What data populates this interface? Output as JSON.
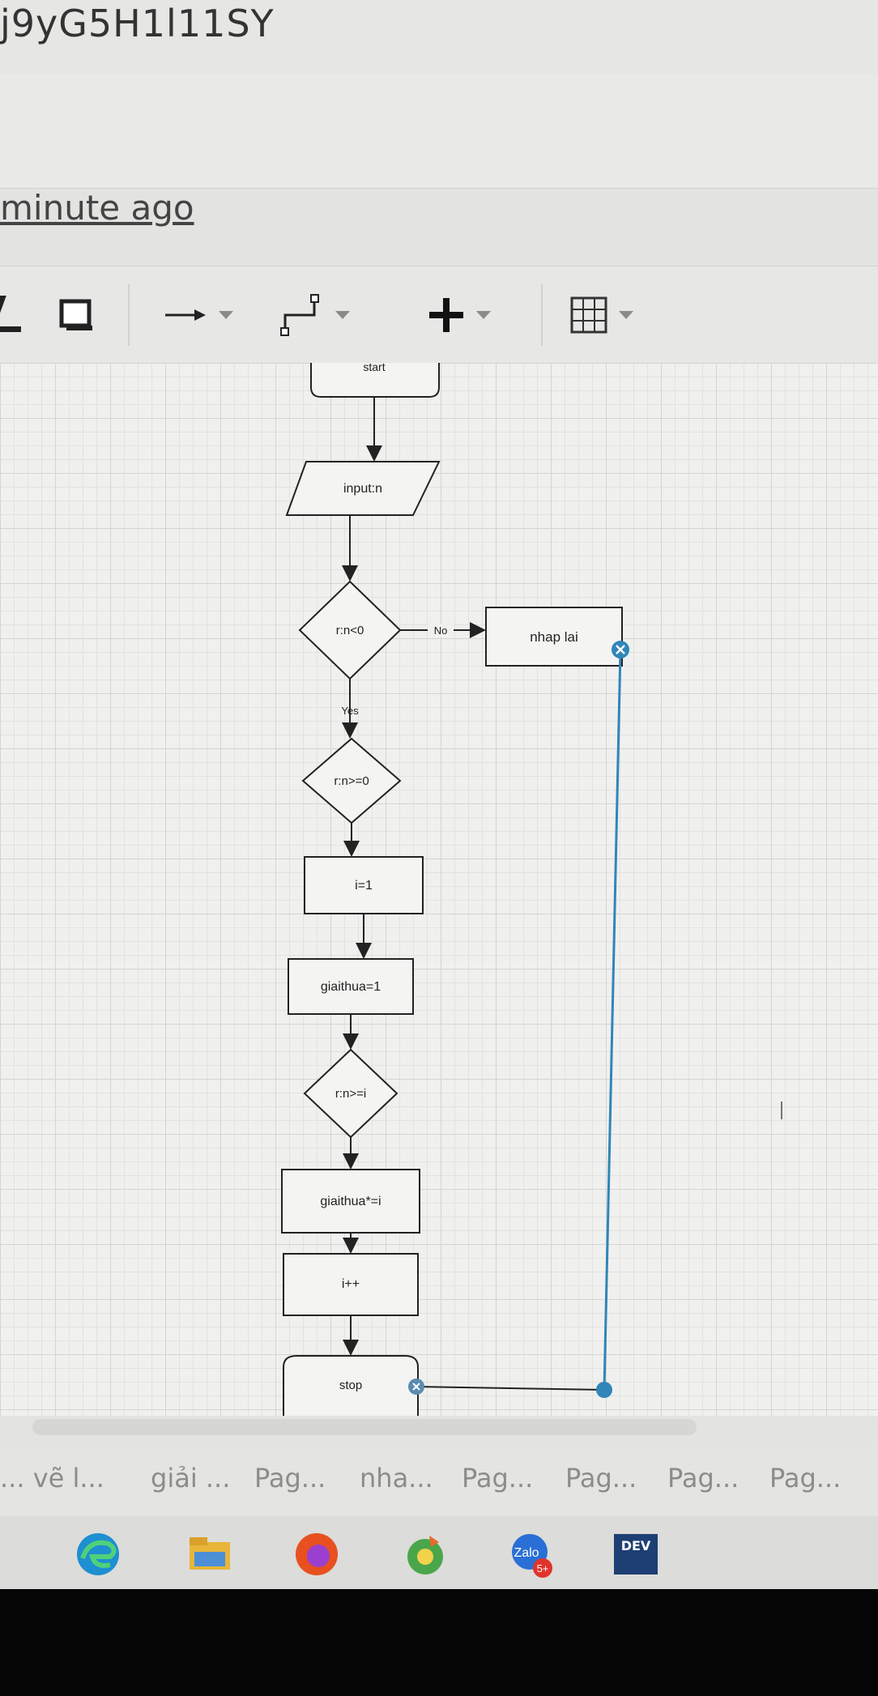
{
  "window": {
    "title": "j9yG5H1l11SY"
  },
  "status": {
    "saved": "minute ago"
  },
  "toolbar": {
    "items": [
      {
        "name": "fill-color-icon"
      },
      {
        "name": "shadow-icon"
      },
      {
        "name": "connection-arrow-icon"
      },
      {
        "name": "waypoints-icon"
      },
      {
        "name": "insert-plus-icon"
      },
      {
        "name": "table-icon"
      }
    ]
  },
  "flowchart": {
    "start": "start",
    "input": "input:n",
    "decision1": "r:n<0",
    "no_label": "No",
    "retry": "nhap lai",
    "yes_label": "Yes",
    "decision2": "r:n>=0",
    "init_i": "i=1",
    "init_gt": "giaithua=1",
    "decision3": "r:n>=i",
    "multiply": "giaithua*=i",
    "increment": "i++",
    "stop": "stop"
  },
  "tabs": [
    {
      "label": "... vẽ l..."
    },
    {
      "label": "giải ..."
    },
    {
      "label": "Pag..."
    },
    {
      "label": "nha..."
    },
    {
      "label": "Pag..."
    },
    {
      "label": "Pag..."
    },
    {
      "label": "Pag..."
    },
    {
      "label": "Pag..."
    }
  ],
  "taskbar": {
    "apps": [
      {
        "name": "edge-icon"
      },
      {
        "name": "file-explorer-icon"
      },
      {
        "name": "firefox-icon"
      },
      {
        "name": "coccoc-icon"
      },
      {
        "name": "zalo-icon",
        "badge": "5+"
      },
      {
        "name": "dev-cpp-icon",
        "label": "DEV"
      }
    ]
  },
  "colors": {
    "selection": "#2f86b8",
    "shape_stroke": "#222222",
    "shape_fill": "#f4f4f2"
  }
}
